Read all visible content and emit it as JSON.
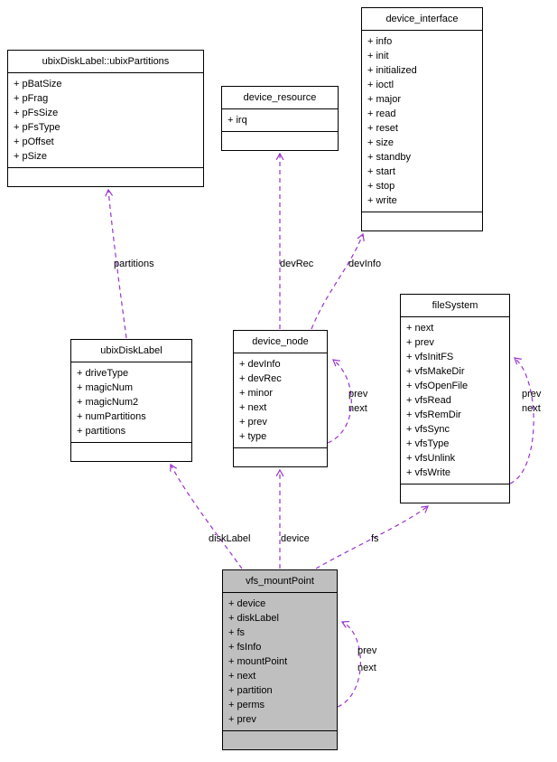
{
  "colors": {
    "edge": "#9a32cd",
    "border": "#000000",
    "node_fill": "#ffffff",
    "highlight_fill": "#bfbfbf",
    "page_bg": "#ffffff"
  },
  "classes": [
    {
      "title": "ubixDiskLabel::ubixPartitions",
      "fields": [
        "+ pBatSize",
        "+ pFrag",
        "+ pFsSize",
        "+ pFsType",
        "+ pOffset",
        "+ pSize"
      ]
    },
    {
      "title": "device_resource",
      "fields": [
        "+ irq"
      ]
    },
    {
      "title": "device_interface",
      "fields": [
        "+ info",
        "+ init",
        "+ initialized",
        "+ ioctl",
        "+ major",
        "+ read",
        "+ reset",
        "+ size",
        "+ standby",
        "+ start",
        "+ stop",
        "+ write"
      ]
    },
    {
      "title": "ubixDiskLabel",
      "fields": [
        "+ driveType",
        "+ magicNum",
        "+ magicNum2",
        "+ numPartitions",
        "+ partitions"
      ]
    },
    {
      "title": "device_node",
      "fields": [
        "+ devInfo",
        "+ devRec",
        "+ minor",
        "+ next",
        "+ prev",
        "+ type"
      ]
    },
    {
      "title": "fileSystem",
      "fields": [
        "+ next",
        "+ prev",
        "+ vfsInitFS",
        "+ vfsMakeDir",
        "+ vfsOpenFile",
        "+ vfsRead",
        "+ vfsRemDir",
        "+ vfsSync",
        "+ vfsType",
        "+ vfsUnlink",
        "+ vfsWrite"
      ]
    },
    {
      "title": "vfs_mountPoint",
      "fields": [
        "+ device",
        "+ diskLabel",
        "+ fs",
        "+ fsInfo",
        "+ mountPoint",
        "+ next",
        "+ partition",
        "+ perms",
        "+ prev"
      ]
    }
  ],
  "edge_labels": [
    "partitions",
    "devRec",
    "devInfo",
    "prev",
    "next",
    "prev",
    "next",
    "diskLabel",
    "device",
    "fs",
    "prev",
    "next"
  ]
}
